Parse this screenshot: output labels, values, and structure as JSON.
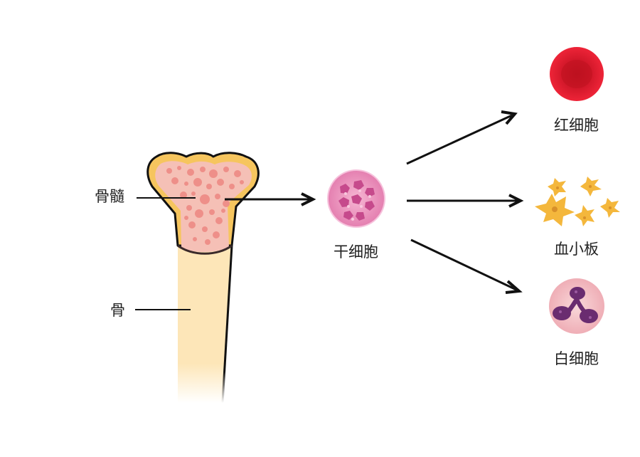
{
  "labels": {
    "bone_marrow": "骨髓",
    "bone": "骨",
    "stem_cell": "干细胞",
    "red_blood_cell": "红细胞",
    "platelet": "血小板",
    "white_blood_cell": "白细胞"
  },
  "colors": {
    "bone_fill": "#fde6b8",
    "bone_rim": "#f6c55e",
    "marrow": "#f2a7a0",
    "red_cell": "#e01a2b",
    "platelet": "#f4b73c",
    "white_cell": "#f6c6c9",
    "nucleus": "#6a2c70",
    "stem_cell": "#e98bb8",
    "arrow": "#111111"
  }
}
